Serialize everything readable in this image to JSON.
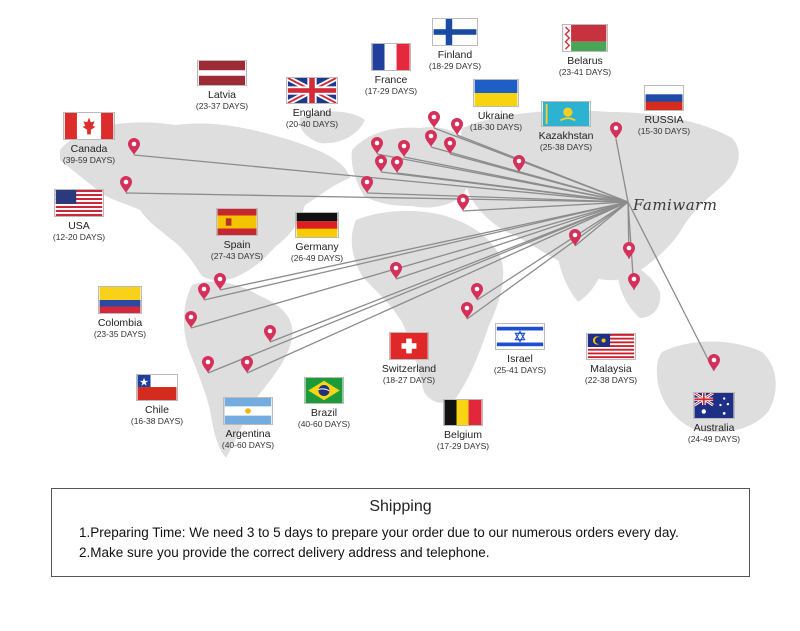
{
  "brand": "Famiwarm",
  "shipping": {
    "title": "Shipping",
    "line1": "1.Preparing Time: We need 3 to 5 days to prepare your order due to our numerous orders every day.",
    "line2": "2.Make sure you provide the correct delivery address and telephone."
  },
  "countries": {
    "finland": {
      "name": "Finland",
      "days": "(18-29 DAYS)"
    },
    "belarus": {
      "name": "Belarus",
      "days": "(23-41 DAYS)"
    },
    "france": {
      "name": "France",
      "days": "(17-29 DAYS)"
    },
    "latvia": {
      "name": "Latvia",
      "days": "(23-37 DAYS)"
    },
    "england": {
      "name": "England",
      "days": "(20-40 DAYS)"
    },
    "ukraine": {
      "name": "Ukraine",
      "days": "(18-30 DAYS)"
    },
    "russia": {
      "name": "RUSSIA",
      "days": "(15-30 DAYS)"
    },
    "kazakhstan": {
      "name": "Kazakhstan",
      "days": "(25-38 DAYS)"
    },
    "canada": {
      "name": "Canada",
      "days": "(39-59 DAYS)"
    },
    "usa": {
      "name": "USA",
      "days": "(12-20 DAYS)"
    },
    "spain": {
      "name": "Spain",
      "days": "(27-43 DAYS)"
    },
    "germany": {
      "name": "Germany",
      "days": "(26-49 DAYS)"
    },
    "colombia": {
      "name": "Colombia",
      "days": "(23-35 DAYS)"
    },
    "switzerland": {
      "name": "Switzerland",
      "days": "(18-27 DAYS)"
    },
    "israel": {
      "name": "Israel",
      "days": "(25-41 DAYS)"
    },
    "malaysia": {
      "name": "Malaysia",
      "days": "(22-38 DAYS)"
    },
    "chile": {
      "name": "Chile",
      "days": "(16-38 DAYS)"
    },
    "brazil": {
      "name": "Brazil",
      "days": "(40-60 DAYS)"
    },
    "argentina": {
      "name": "Argentina",
      "days": "(40-60 DAYS)"
    },
    "belgium": {
      "name": "Belgium",
      "days": "(17-29 DAYS)"
    },
    "australia": {
      "name": "Australia",
      "days": "(24-49 DAYS)"
    }
  },
  "colors": {
    "continent": "#dedede",
    "route": "#8c8c8c",
    "pin": "#d4305a"
  }
}
